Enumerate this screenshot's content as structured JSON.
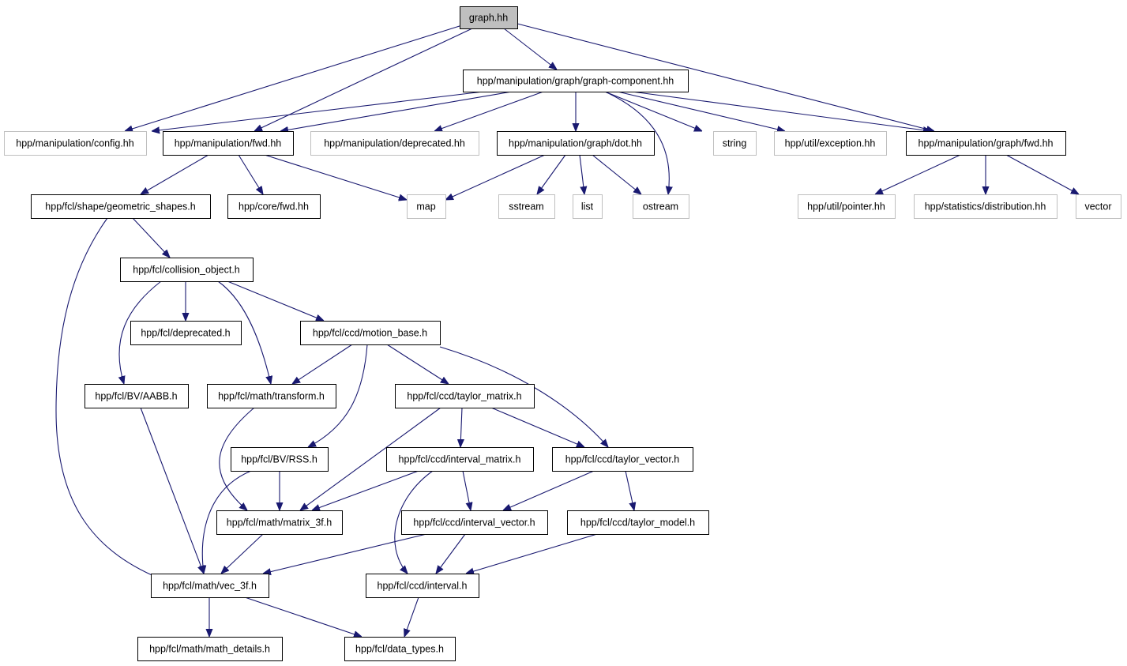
{
  "diagram": {
    "nodes": [
      {
        "id": "graph_hh",
        "label": "graph.hh",
        "style": "root"
      },
      {
        "id": "graph_component",
        "label": "hpp/manipulation/graph/graph-component.hh",
        "style": "solid"
      },
      {
        "id": "manip_config",
        "label": "hpp/manipulation/config.hh",
        "style": "grey"
      },
      {
        "id": "manip_fwd",
        "label": "hpp/manipulation/fwd.hh",
        "style": "solid"
      },
      {
        "id": "manip_deprecated",
        "label": "hpp/manipulation/deprecated.hh",
        "style": "grey"
      },
      {
        "id": "graph_dot",
        "label": "hpp/manipulation/graph/dot.hh",
        "style": "solid"
      },
      {
        "id": "string",
        "label": "string",
        "style": "grey"
      },
      {
        "id": "util_exception",
        "label": "hpp/util/exception.hh",
        "style": "grey"
      },
      {
        "id": "graph_fwd",
        "label": "hpp/manipulation/graph/fwd.hh",
        "style": "solid"
      },
      {
        "id": "geometric_shapes",
        "label": "hpp/fcl/shape/geometric_shapes.h",
        "style": "solid"
      },
      {
        "id": "core_fwd",
        "label": "hpp/core/fwd.hh",
        "style": "solid"
      },
      {
        "id": "map",
        "label": "map",
        "style": "grey"
      },
      {
        "id": "sstream",
        "label": "sstream",
        "style": "grey"
      },
      {
        "id": "list",
        "label": "list",
        "style": "grey"
      },
      {
        "id": "ostream",
        "label": "ostream",
        "style": "grey"
      },
      {
        "id": "util_pointer",
        "label": "hpp/util/pointer.hh",
        "style": "grey"
      },
      {
        "id": "stat_distribution",
        "label": "hpp/statistics/distribution.hh",
        "style": "grey"
      },
      {
        "id": "vector",
        "label": "vector",
        "style": "grey"
      },
      {
        "id": "collision_object",
        "label": "hpp/fcl/collision_object.h",
        "style": "solid"
      },
      {
        "id": "fcl_deprecated",
        "label": "hpp/fcl/deprecated.h",
        "style": "solid"
      },
      {
        "id": "motion_base",
        "label": "hpp/fcl/ccd/motion_base.h",
        "style": "solid"
      },
      {
        "id": "bv_aabb",
        "label": "hpp/fcl/BV/AABB.h",
        "style": "solid"
      },
      {
        "id": "math_transform",
        "label": "hpp/fcl/math/transform.h",
        "style": "solid"
      },
      {
        "id": "taylor_matrix",
        "label": "hpp/fcl/ccd/taylor_matrix.h",
        "style": "solid"
      },
      {
        "id": "bv_rss",
        "label": "hpp/fcl/BV/RSS.h",
        "style": "solid"
      },
      {
        "id": "interval_matrix",
        "label": "hpp/fcl/ccd/interval_matrix.h",
        "style": "solid"
      },
      {
        "id": "taylor_vector",
        "label": "hpp/fcl/ccd/taylor_vector.h",
        "style": "solid"
      },
      {
        "id": "matrix_3f",
        "label": "hpp/fcl/math/matrix_3f.h",
        "style": "solid"
      },
      {
        "id": "interval_vector",
        "label": "hpp/fcl/ccd/interval_vector.h",
        "style": "solid"
      },
      {
        "id": "taylor_model",
        "label": "hpp/fcl/ccd/taylor_model.h",
        "style": "solid"
      },
      {
        "id": "vec_3f",
        "label": "hpp/fcl/math/vec_3f.h",
        "style": "solid"
      },
      {
        "id": "interval",
        "label": "hpp/fcl/ccd/interval.h",
        "style": "solid"
      },
      {
        "id": "math_details",
        "label": "hpp/fcl/math/math_details.h",
        "style": "solid"
      },
      {
        "id": "data_types",
        "label": "hpp/fcl/data_types.h",
        "style": "solid"
      }
    ],
    "edges": [
      [
        "graph_hh",
        "graph_component"
      ],
      [
        "graph_hh",
        "manip_config"
      ],
      [
        "graph_hh",
        "manip_fwd"
      ],
      [
        "graph_hh",
        "graph_fwd"
      ],
      [
        "graph_component",
        "manip_config"
      ],
      [
        "graph_component",
        "manip_fwd"
      ],
      [
        "graph_component",
        "manip_deprecated"
      ],
      [
        "graph_component",
        "graph_dot"
      ],
      [
        "graph_component",
        "string"
      ],
      [
        "graph_component",
        "util_exception"
      ],
      [
        "graph_component",
        "graph_fwd"
      ],
      [
        "graph_component",
        "ostream"
      ],
      [
        "manip_fwd",
        "geometric_shapes"
      ],
      [
        "manip_fwd",
        "core_fwd"
      ],
      [
        "manip_fwd",
        "map"
      ],
      [
        "graph_dot",
        "map"
      ],
      [
        "graph_dot",
        "sstream"
      ],
      [
        "graph_dot",
        "list"
      ],
      [
        "graph_dot",
        "ostream"
      ],
      [
        "graph_fwd",
        "util_pointer"
      ],
      [
        "graph_fwd",
        "stat_distribution"
      ],
      [
        "graph_fwd",
        "vector"
      ],
      [
        "geometric_shapes",
        "collision_object"
      ],
      [
        "geometric_shapes",
        "vec_3f"
      ],
      [
        "collision_object",
        "fcl_deprecated"
      ],
      [
        "collision_object",
        "motion_base"
      ],
      [
        "collision_object",
        "bv_aabb"
      ],
      [
        "collision_object",
        "math_transform"
      ],
      [
        "motion_base",
        "math_transform"
      ],
      [
        "motion_base",
        "taylor_matrix"
      ],
      [
        "motion_base",
        "taylor_vector"
      ],
      [
        "motion_base",
        "bv_rss"
      ],
      [
        "bv_aabb",
        "vec_3f"
      ],
      [
        "math_transform",
        "matrix_3f"
      ],
      [
        "taylor_matrix",
        "interval_matrix"
      ],
      [
        "taylor_matrix",
        "taylor_vector"
      ],
      [
        "taylor_matrix",
        "matrix_3f"
      ],
      [
        "bv_rss",
        "matrix_3f"
      ],
      [
        "bv_rss",
        "vec_3f"
      ],
      [
        "interval_matrix",
        "matrix_3f"
      ],
      [
        "interval_matrix",
        "interval_vector"
      ],
      [
        "interval_matrix",
        "interval"
      ],
      [
        "taylor_vector",
        "interval_vector"
      ],
      [
        "taylor_vector",
        "taylor_model"
      ],
      [
        "matrix_3f",
        "vec_3f"
      ],
      [
        "interval_vector",
        "vec_3f"
      ],
      [
        "interval_vector",
        "interval"
      ],
      [
        "taylor_model",
        "interval"
      ],
      [
        "vec_3f",
        "math_details"
      ],
      [
        "vec_3f",
        "data_types"
      ],
      [
        "interval",
        "data_types"
      ]
    ],
    "colors": {
      "edge": "#191970",
      "root_fill": "#bfbfbf",
      "solid_border": "#000000",
      "grey_border": "#bfbfbf"
    }
  }
}
